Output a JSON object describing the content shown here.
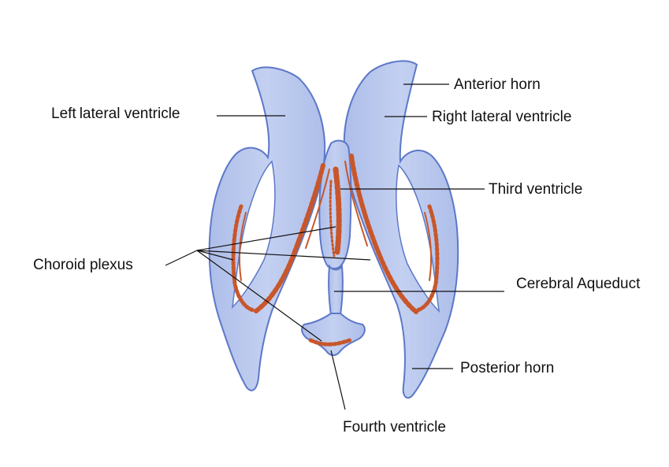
{
  "labels": {
    "left_prefix": "Left",
    "left_lateral": "lateral ventricle",
    "anterior_horn": "Anterior horn",
    "right_lateral": "Right lateral ventricle",
    "third_ventricle": "Third ventricle",
    "choroid_plexus": "Choroid plexus",
    "cerebral_aqueduct": "Cerebral Aqueduct",
    "posterior_horn": "Posterior horn",
    "fourth_ventricle": "Fourth ventricle"
  },
  "colors": {
    "ventricle_fill": "#b9c7ec",
    "ventricle_outline": "#5d78c8",
    "plexus": "#c8562a",
    "leader_line": "#111111"
  }
}
